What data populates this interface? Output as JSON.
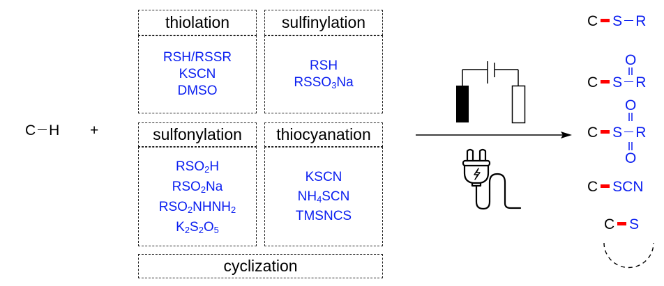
{
  "reactant": {
    "c": "C",
    "h": "H"
  },
  "plus": "+",
  "categories": [
    {
      "id": "thiolation",
      "header": "thiolation",
      "reagents": [
        {
          "parts": [
            [
              "RSH/RSSR",
              false
            ]
          ]
        },
        {
          "parts": [
            [
              "KSCN",
              false
            ]
          ]
        },
        {
          "parts": [
            [
              "DMSO",
              false
            ]
          ]
        }
      ]
    },
    {
      "id": "sulfinylation",
      "header": "sulfinylation",
      "reagents": [
        {
          "parts": [
            [
              "RSH",
              false
            ]
          ]
        },
        {
          "parts": [
            [
              "RSSO",
              false
            ],
            [
              "3",
              true
            ],
            [
              "Na",
              false
            ]
          ]
        }
      ]
    },
    {
      "id": "sulfonylation",
      "header": "sulfonylation",
      "reagents": [
        {
          "parts": [
            [
              "RSO",
              false
            ],
            [
              "2",
              true
            ],
            [
              "H",
              false
            ]
          ]
        },
        {
          "parts": [
            [
              "RSO",
              false
            ],
            [
              "2",
              true
            ],
            [
              "Na",
              false
            ]
          ]
        },
        {
          "parts": [
            [
              "RSO",
              false
            ],
            [
              "2",
              true
            ],
            [
              "NHNH",
              false
            ],
            [
              "2",
              true
            ]
          ]
        },
        {
          "parts": [
            [
              "K",
              false
            ],
            [
              "2",
              true
            ],
            [
              "S",
              false
            ],
            [
              "2",
              true
            ],
            [
              "O",
              false
            ],
            [
              "5",
              true
            ]
          ]
        }
      ]
    },
    {
      "id": "thiocyanation",
      "header": "thiocyanation",
      "reagents": [
        {
          "parts": [
            [
              "KSCN",
              false
            ]
          ]
        },
        {
          "parts": [
            [
              "NH",
              false
            ],
            [
              "4",
              true
            ],
            [
              "SCN",
              false
            ]
          ]
        },
        {
          "parts": [
            [
              "TMSNCS",
              false
            ]
          ]
        }
      ]
    }
  ],
  "cyclization": "cyclization",
  "conditions": {
    "top_icon": "electrolysis-cell",
    "bottom_icon": "power-plug"
  },
  "products": {
    "thioether": {
      "c": "C",
      "s": "S",
      "r": "R"
    },
    "sulfoxide": {
      "c": "C",
      "s": "S",
      "r": "R",
      "o": "O"
    },
    "sulfone": {
      "c": "C",
      "s": "S",
      "r": "R",
      "o_top": "O",
      "o_bottom": "O"
    },
    "thiocyanate": {
      "c": "C",
      "scn": "SCN"
    },
    "cyclic": {
      "c": "C",
      "s": "S"
    }
  },
  "colors": {
    "reagent": "#0a1ef0",
    "new_bond": "#ff0000",
    "text": "#000000"
  }
}
